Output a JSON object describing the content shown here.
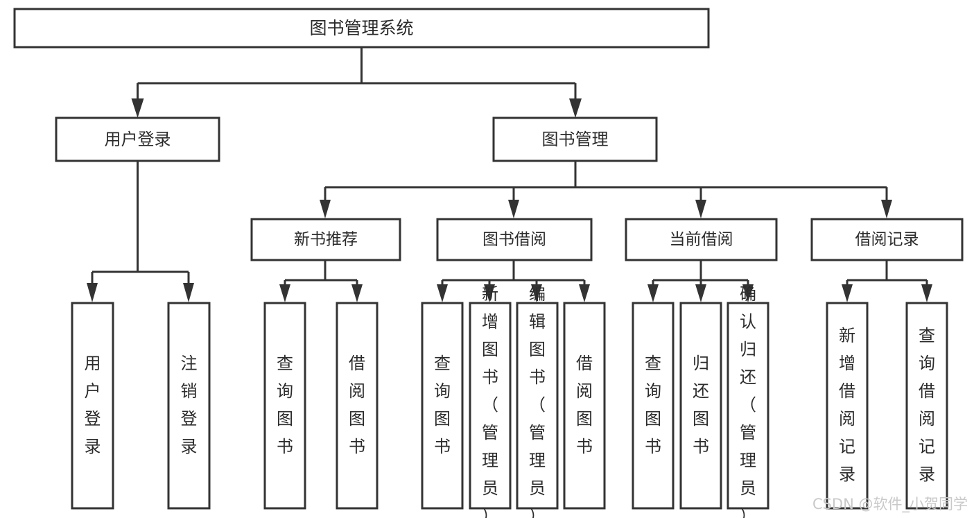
{
  "diagram": {
    "title": "图书管理系统",
    "type": "tree-hierarchy-diagram",
    "colors": {
      "stroke": "#333333",
      "fill": "#ffffff",
      "text": "#2b2b2b",
      "watermark": "#c9c9c9"
    },
    "root": {
      "label": "图书管理系统"
    },
    "level2": [
      {
        "label": "用户登录"
      },
      {
        "label": "图书管理"
      }
    ],
    "level3": [
      {
        "label": "新书推荐"
      },
      {
        "label": "图书借阅"
      },
      {
        "label": "当前借阅"
      },
      {
        "label": "借阅记录"
      }
    ],
    "leaves": {
      "user_login": [
        {
          "label": "用户登录"
        },
        {
          "label": "注销登录"
        }
      ],
      "new_book_recommend": [
        {
          "label": "查询图书"
        },
        {
          "label": "借阅图书"
        }
      ],
      "book_borrow": [
        {
          "label": "查询图书"
        },
        {
          "label": "新增图书（管理员）"
        },
        {
          "label": "编辑图书（管理员）"
        },
        {
          "label": "借阅图书"
        }
      ],
      "current_borrow": [
        {
          "label": "查询图书"
        },
        {
          "label": "归还图书"
        },
        {
          "label": "确认归还（管理员）"
        }
      ],
      "borrow_record": [
        {
          "label": "新增借阅记录"
        },
        {
          "label": "查询借阅记录"
        }
      ]
    },
    "watermark": "CSDN @软件_小贺同学"
  }
}
